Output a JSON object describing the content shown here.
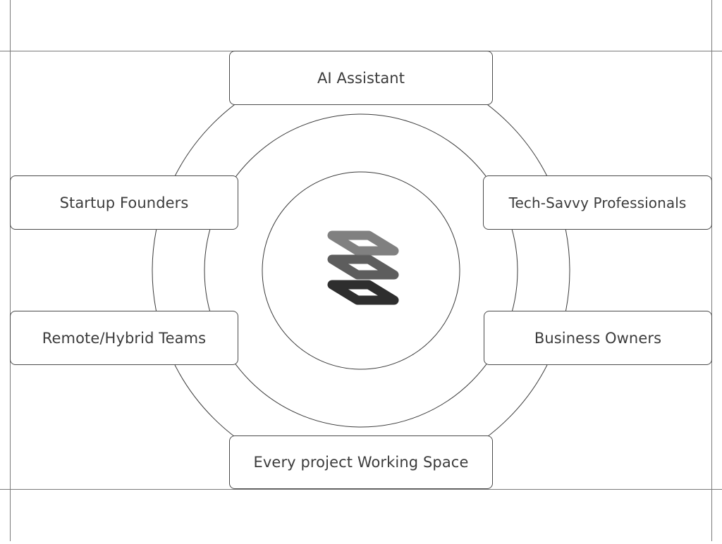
{
  "diagram": {
    "center": {
      "logo_icon": "stacked-layers-icon"
    },
    "nodes": {
      "top": "AI Assistant",
      "left_upper": "Startup Founders",
      "right_upper": "Tech-Savvy Professionals",
      "left_lower": "Remote/Hybrid Teams",
      "right_lower": "Business Owners",
      "bottom": "Every project Working Space"
    }
  },
  "colors": {
    "text": "#3c3c3c",
    "lines": "#3a3a3a",
    "logo_dark": "#2e2e2e",
    "logo_mid": "#585858",
    "logo_light": "#7a7a7a"
  }
}
